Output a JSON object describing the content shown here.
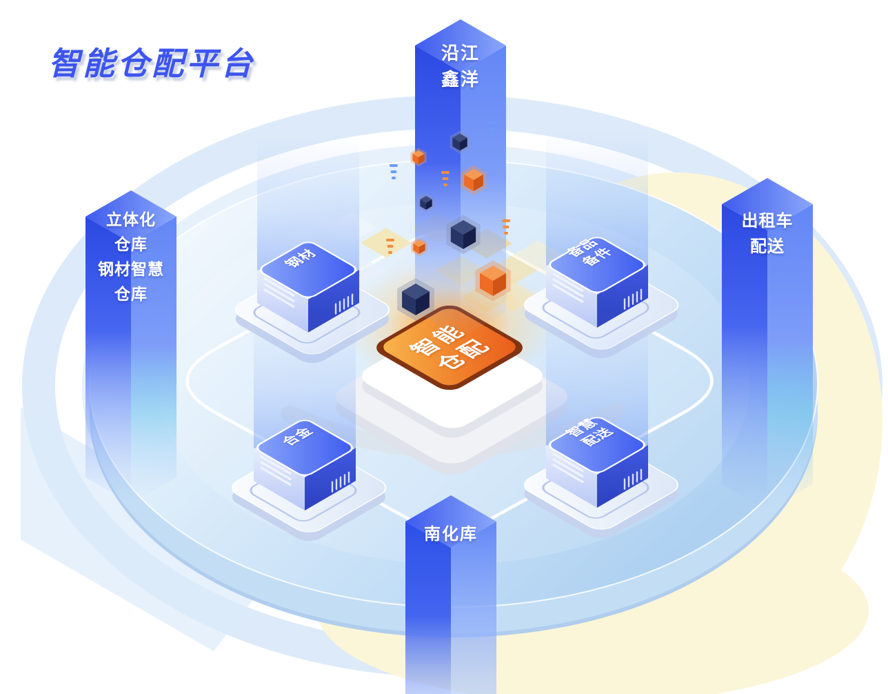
{
  "title": "智能仓配平台",
  "center_chip": {
    "lines": [
      "智能",
      "仓配"
    ]
  },
  "pillars": {
    "top": {
      "lines": [
        "沿江",
        "鑫洋"
      ]
    },
    "left": {
      "lines": [
        "立体化",
        "仓库",
        "钢材智慧",
        "仓库"
      ]
    },
    "right": {
      "lines": [
        "出租车",
        "配送"
      ]
    },
    "bottom": {
      "lines": [
        "南化库"
      ]
    }
  },
  "nodes": {
    "steel": {
      "lines": [
        "钢材"
      ]
    },
    "spare_parts": {
      "lines": [
        "备品",
        "备件"
      ]
    },
    "alloy": {
      "lines": [
        "合金"
      ]
    },
    "smart_delivery": {
      "lines": [
        "智慧",
        "配送"
      ]
    }
  },
  "colors": {
    "title_blue": "#3d55ef",
    "pillar_blue": "#3b5cf0",
    "chip_orange": "#ec611b",
    "chip_border": "#813312",
    "platform_blue": "#bcd9f4",
    "background_yellow": "#fbf6d8",
    "cube_navy": "#273566",
    "cube_orange": "#ee6c24"
  }
}
